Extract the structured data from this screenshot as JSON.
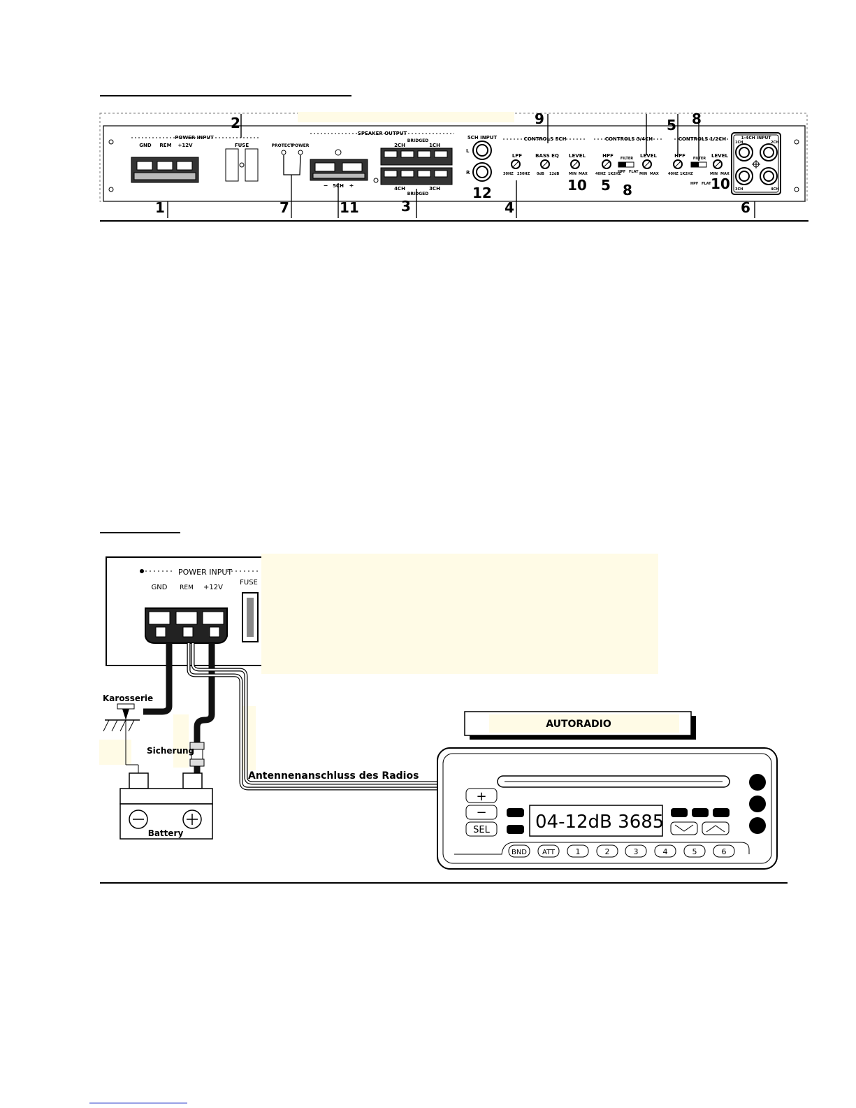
{
  "panel": {
    "labels": {
      "power_input": "POWER INPUT",
      "gnd": "GND",
      "rem": "REM",
      "plus12v": "+12V",
      "fuse": "FUSE",
      "protect": "PROTECT",
      "power": "POWER",
      "speaker_output": "SPEAKER OUTPUT",
      "ch5": "5CH",
      "ch2": "2CH",
      "ch1": "1CH",
      "ch4": "4CH",
      "ch3": "3CH",
      "bridged": "BRIDGED",
      "input_5ch": "5CH INPUT",
      "input_l": "L",
      "input_r": "R",
      "controls_5ch": "CONTROLS 5CH",
      "controls_34ch": "CONTROLS 3/4CH",
      "controls_12ch": "CONTROLS 1/2CH",
      "input_14ch": "1-4CH INPUT",
      "plus": "+",
      "minus": "−"
    },
    "knobs": [
      {
        "title": "LPF",
        "min": "30HZ",
        "max": "250HZ"
      },
      {
        "title": "BASS EQ",
        "min": "0dB",
        "max": "12dB"
      },
      {
        "title": "LEVEL",
        "min": "MIN",
        "max": "MAX"
      },
      {
        "title": "HPF",
        "min": "40HZ",
        "max": "1K2HZ"
      },
      {
        "title": "LEVEL",
        "min": "MIN",
        "max": "MAX"
      },
      {
        "title": "HPF",
        "min": "40HZ",
        "max": "1K2HZ"
      },
      {
        "title": "LEVEL",
        "min": "MIN",
        "max": "MAX"
      }
    ],
    "filter_switch": {
      "title": "FILTER",
      "left": "HPF",
      "right": "FLAT"
    },
    "rca_labels": [
      "1CH",
      "2CH",
      "3CH",
      "4CH"
    ],
    "callouts": [
      "1",
      "2",
      "7",
      "11",
      "3",
      "12",
      "4",
      "9",
      "10",
      "5",
      "8",
      "5",
      "8",
      "10",
      "6"
    ]
  },
  "wiring": {
    "power_input": "POWER INPUT",
    "gnd": "GND",
    "rem": "REM",
    "plus12v": "+12V",
    "fuse": "FUSE",
    "karosserie": "Karosserie",
    "sicherung": "Sicherung",
    "battery": "Battery",
    "antenna": "Antennenanschluss des Radios",
    "autoradio": "AUTORADIO",
    "display": "04-12dB 3685",
    "sel": "SEL",
    "plus": "+",
    "minus": "−",
    "buttons": [
      "BND",
      "ATT",
      "1",
      "2",
      "3",
      "4",
      "5",
      "6"
    ]
  }
}
